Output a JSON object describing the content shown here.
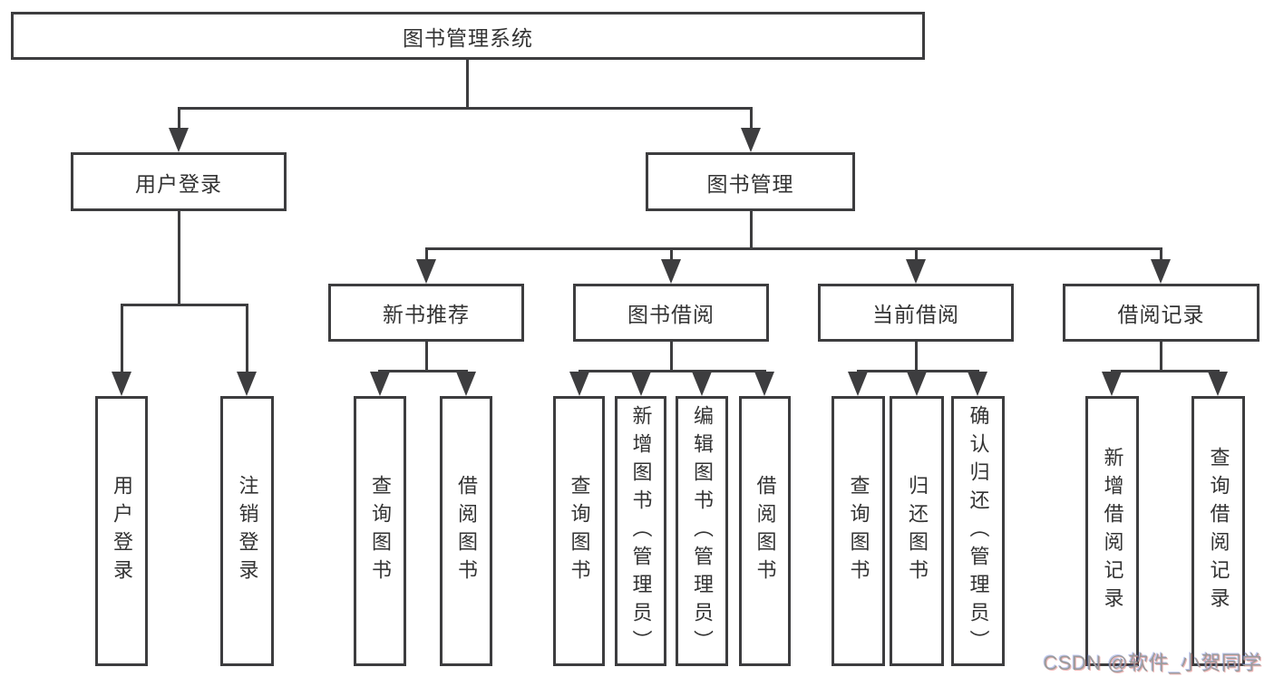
{
  "tree": {
    "root": "图书管理系统",
    "branches": [
      {
        "label": "用户登录",
        "children": [
          "用户登录",
          "注销登录"
        ]
      },
      {
        "label": "图书管理",
        "groups": [
          {
            "label": "新书推荐",
            "children": [
              "查询图书",
              "借阅图书"
            ]
          },
          {
            "label": "图书借阅",
            "children": [
              "查询图书",
              "新增图书（管理员）",
              "编辑图书（管理员）",
              "借阅图书"
            ]
          },
          {
            "label": "当前借阅",
            "children": [
              "查询图书",
              "归还图书",
              "确认归还（管理员）"
            ]
          },
          {
            "label": "借阅记录",
            "children": [
              "新增借阅记录",
              "查询借阅记录"
            ]
          }
        ]
      }
    ]
  },
  "watermark": "CSDN @软件_小贺同学",
  "colors": {
    "line": "#3d3d3f",
    "text": "#333333",
    "background": "#ffffff",
    "watermark": "#9b9b9b"
  }
}
